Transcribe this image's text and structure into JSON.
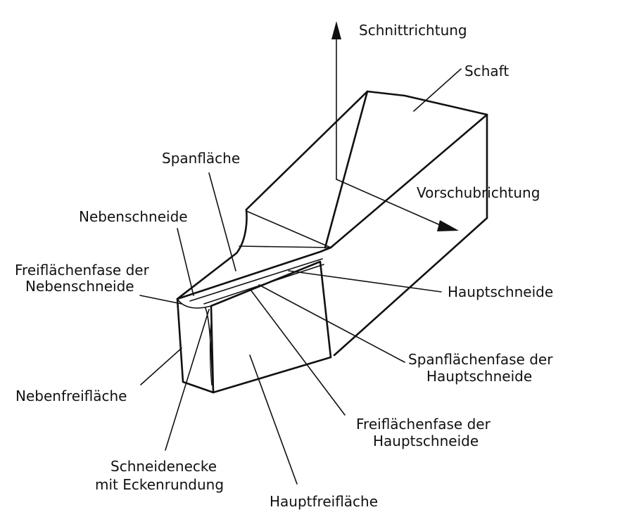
{
  "labels": {
    "schnittrichtung": "Schnittrichtung",
    "schaft": "Schaft",
    "vorschubrichtung": "Vorschubrichtung",
    "spanflaeche": "Spanfläche",
    "nebenschneide": "Nebenschneide",
    "freiflaechenfase_neben_1": "Freiflächenfase der",
    "freiflaechenfase_neben_2": "Nebenschneide",
    "hauptschneide": "Hauptschneide",
    "spanflaechenfase_haupt_1": "Spanflächenfase der",
    "spanflaechenfase_haupt_2": "Hauptschneide",
    "nebenfreiflaeche": "Nebenfreifläche",
    "freiflaechenfase_haupt_1": "Freiflächenfase der",
    "freiflaechenfase_haupt_2": "Hauptschneide",
    "schneidenecke_1": "Schneidenecke",
    "schneidenecke_2": "mit Eckenrundung",
    "hauptfreiflaeche": "Hauptfreifläche"
  },
  "colors": {
    "ink": "#111111",
    "background": "#ffffff"
  }
}
